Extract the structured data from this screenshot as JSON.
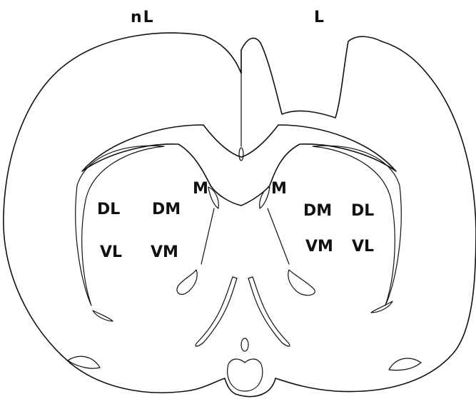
{
  "hemisphere_labels": {
    "left": "nL",
    "right": "L"
  },
  "left_hemisphere": {
    "dl": "DL",
    "dm": "DM",
    "vl": "VL",
    "vm": "VM",
    "m": "M"
  },
  "right_hemisphere": {
    "dm": "DM",
    "dl": "DL",
    "vm": "VM",
    "vl": "VL",
    "m": "M"
  },
  "colors": {
    "line": "#111111",
    "background": "#ffffff"
  }
}
